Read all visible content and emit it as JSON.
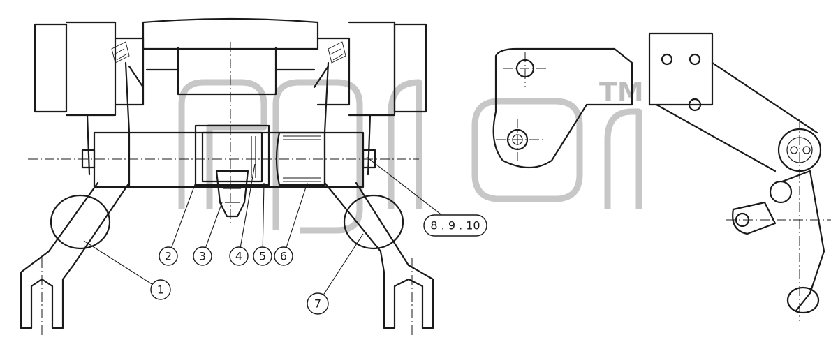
{
  "callouts": [
    {
      "id": "c1",
      "label": "1"
    },
    {
      "id": "c2",
      "label": "2"
    },
    {
      "id": "c3",
      "label": "3"
    },
    {
      "id": "c4",
      "label": "4"
    },
    {
      "id": "c5",
      "label": "5"
    },
    {
      "id": "c6",
      "label": "6"
    },
    {
      "id": "c7",
      "label": "7"
    }
  ],
  "group_callout": {
    "label": "8 . 9 . 10"
  },
  "watermark": {
    "trademark": "TM"
  }
}
